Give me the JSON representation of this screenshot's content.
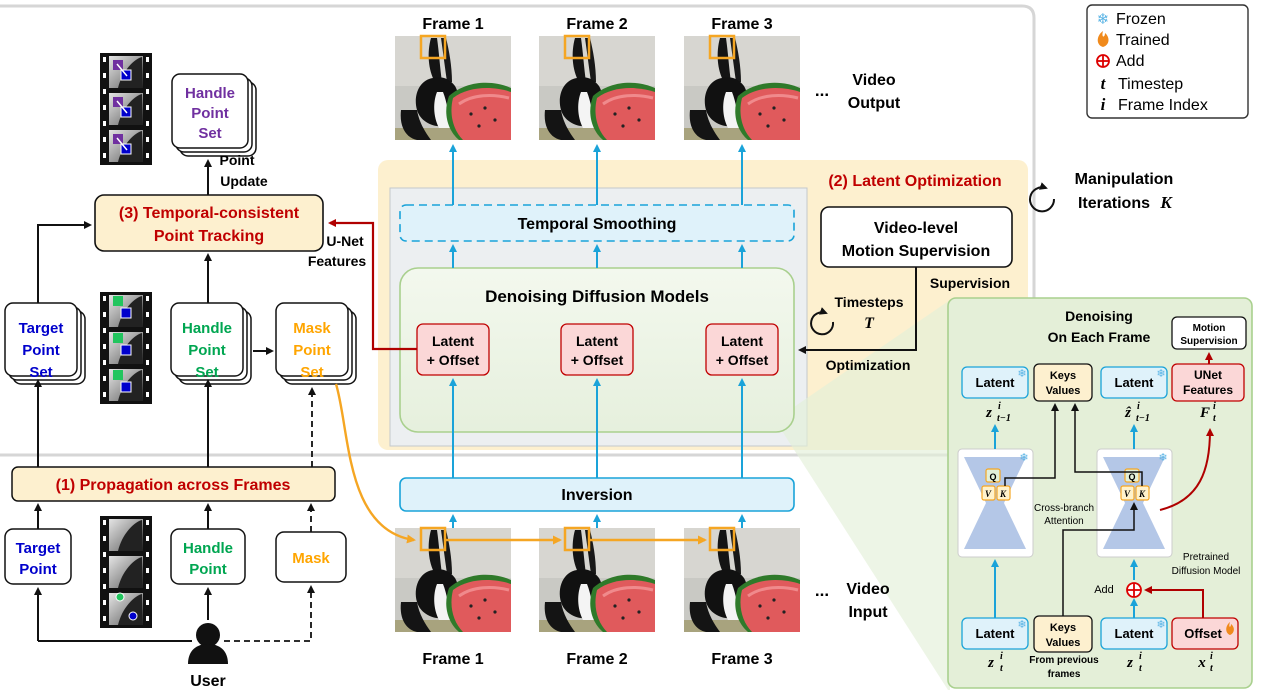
{
  "legend": {
    "frozen": "Frozen",
    "trained": "Trained",
    "add": "Add",
    "timestep_sym": "t",
    "timestep": "Timestep",
    "index_sym": "i",
    "frame_index": "Frame Index"
  },
  "frames": {
    "output": [
      "Frame 1",
      "Frame 2",
      "Frame 3"
    ],
    "input": [
      "Frame 1",
      "Frame 2",
      "Frame 3"
    ],
    "ellipsis": "...",
    "video_output": [
      "Video",
      "Output"
    ],
    "video_input": [
      "Video",
      "Input"
    ]
  },
  "tracking": {
    "handle_point_set": [
      "Handle",
      "Point",
      "Set"
    ],
    "point_update": [
      "Point",
      "Update"
    ],
    "title": [
      "(3) Temporal-consistent",
      "Point Tracking"
    ],
    "unet_features": [
      "U-Net",
      "Features"
    ]
  },
  "sets": {
    "target": [
      "Target",
      "Point",
      "Set"
    ],
    "handle": [
      "Handle",
      "Point",
      "Set"
    ],
    "mask": [
      "Mask",
      "Point",
      "Set"
    ]
  },
  "propagation": "(1) Propagation across Frames",
  "inputs": {
    "target": [
      "Target",
      "Point"
    ],
    "handle": [
      "Handle",
      "Point"
    ],
    "mask": "Mask",
    "user": "User"
  },
  "latent_opt": {
    "title": "(2) Latent Optimization",
    "temporal_smoothing": "Temporal Smoothing",
    "ddm": "Denoising Diffusion Models",
    "latent_offset": [
      "Latent",
      "+ Offset"
    ],
    "motion_supervision": [
      "Video-level",
      "Motion Supervision"
    ],
    "supervision": "Supervision",
    "timesteps": "Timesteps",
    "timesteps_sym": "T",
    "optimization": "Optimization",
    "manipulation": [
      "Manipulation",
      "Iterations"
    ],
    "manipulation_sym": "K",
    "inversion": "Inversion"
  },
  "detail": {
    "title": [
      "Denoising",
      "On Each Frame"
    ],
    "motion_supervision": [
      "Motion",
      "Supervision"
    ],
    "latent": "Latent",
    "keys_values": [
      "Keys",
      "Values"
    ],
    "unet_features": [
      "UNet",
      "Features"
    ],
    "sym_z_prev": "z",
    "sym_zhat_prev": "ẑ",
    "sym_F": "F",
    "sub_prev": "t−1",
    "sub_t": "t",
    "sup_i": "i",
    "q": "Q",
    "v": "V",
    "k": "K",
    "cross_branch": [
      "Cross-branch",
      "Attention"
    ],
    "pretrained": [
      "Pretrained",
      "Diffusion Model"
    ],
    "add": "Add",
    "offset": "Offset",
    "sym_z": "z",
    "sym_x": "x",
    "from_previous": [
      "From previous",
      "frames"
    ]
  },
  "colors": {
    "red_title": "#c00000",
    "orange_title": "#ffa500",
    "blue_title": "#0000cc",
    "green_title": "#00a651",
    "purple_title": "#7030a0",
    "cyan_arrow": "#1aa3d9",
    "orange_arrow": "#f5a623",
    "dark_red_arrow": "#b00000"
  }
}
